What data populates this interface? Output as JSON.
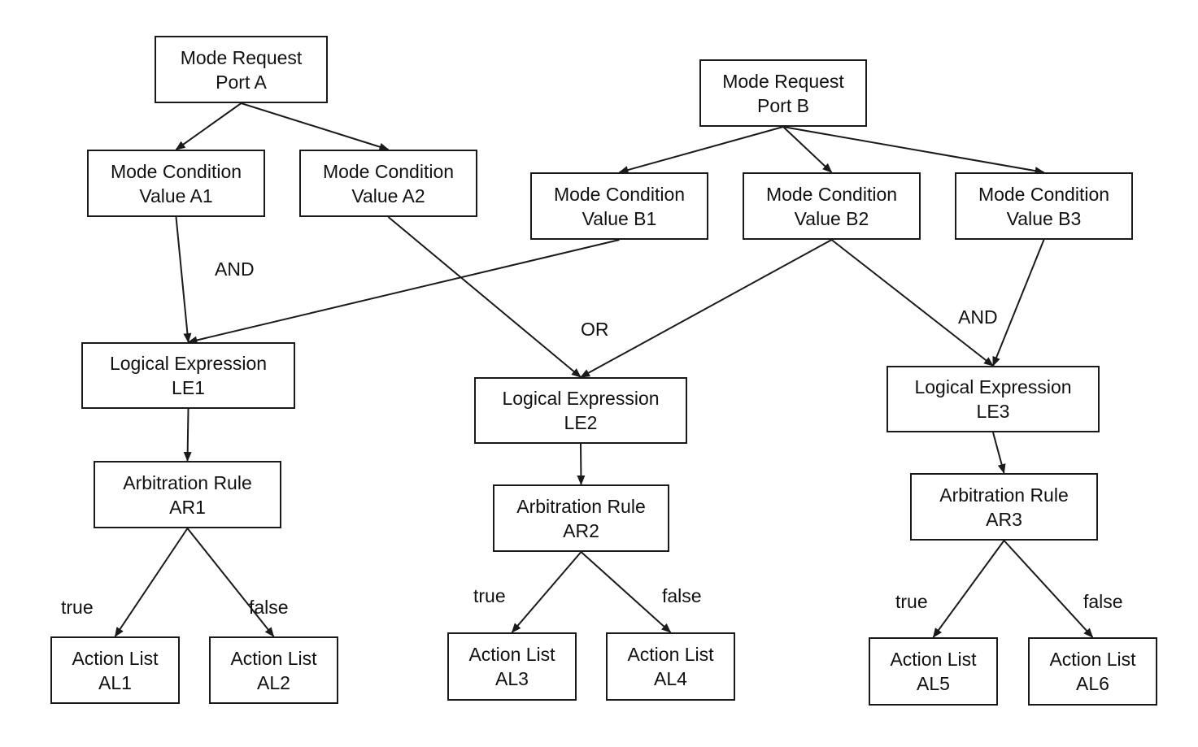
{
  "diagram": {
    "nodes": {
      "mrpa": {
        "line1": "Mode Request",
        "line2": "Port A"
      },
      "mrpb": {
        "line1": "Mode Request",
        "line2": "Port B"
      },
      "mca1": {
        "line1": "Mode Condition",
        "line2": "Value A1"
      },
      "mca2": {
        "line1": "Mode Condition",
        "line2": "Value A2"
      },
      "mcb1": {
        "line1": "Mode Condition",
        "line2": "Value B1"
      },
      "mcb2": {
        "line1": "Mode Condition",
        "line2": "Value B2"
      },
      "mcb3": {
        "line1": "Mode Condition",
        "line2": "Value B3"
      },
      "le1": {
        "line1": "Logical Expression",
        "line2": "LE1"
      },
      "le2": {
        "line1": "Logical Expression",
        "line2": "LE2"
      },
      "le3": {
        "line1": "Logical Expression",
        "line2": "LE3"
      },
      "ar1": {
        "line1": "Arbitration Rule",
        "line2": "AR1"
      },
      "ar2": {
        "line1": "Arbitration Rule",
        "line2": "AR2"
      },
      "ar3": {
        "line1": "Arbitration Rule",
        "line2": "AR3"
      },
      "al1": {
        "line1": "Action List",
        "line2": "AL1"
      },
      "al2": {
        "line1": "Action List",
        "line2": "AL2"
      },
      "al3": {
        "line1": "Action List",
        "line2": "AL3"
      },
      "al4": {
        "line1": "Action List",
        "line2": "AL4"
      },
      "al5": {
        "line1": "Action List",
        "line2": "AL5"
      },
      "al6": {
        "line1": "Action List",
        "line2": "AL6"
      }
    },
    "labels": {
      "and1": "AND",
      "or": "OR",
      "and2": "AND",
      "true1": "true",
      "false1": "false",
      "true2": "true",
      "false2": "false",
      "true3": "true",
      "false3": "false"
    },
    "edges": [
      {
        "from": "mrpa",
        "to": "mca1"
      },
      {
        "from": "mrpa",
        "to": "mca2"
      },
      {
        "from": "mrpb",
        "to": "mcb1"
      },
      {
        "from": "mrpb",
        "to": "mcb2"
      },
      {
        "from": "mrpb",
        "to": "mcb3"
      },
      {
        "from": "mca1",
        "to": "le1"
      },
      {
        "from": "mcb1",
        "to": "le1"
      },
      {
        "from": "mca2",
        "to": "le2"
      },
      {
        "from": "mcb2",
        "to": "le2"
      },
      {
        "from": "mcb2",
        "to": "le3"
      },
      {
        "from": "mcb3",
        "to": "le3"
      },
      {
        "from": "le1",
        "to": "ar1"
      },
      {
        "from": "le2",
        "to": "ar2"
      },
      {
        "from": "le3",
        "to": "ar3"
      },
      {
        "from": "ar1",
        "to": "al1"
      },
      {
        "from": "ar1",
        "to": "al2"
      },
      {
        "from": "ar2",
        "to": "al3"
      },
      {
        "from": "ar2",
        "to": "al4"
      },
      {
        "from": "ar3",
        "to": "al5"
      },
      {
        "from": "ar3",
        "to": "al6"
      }
    ],
    "colors": {
      "line": "#1a1a1a",
      "text": "#111111",
      "background": "#ffffff"
    }
  }
}
